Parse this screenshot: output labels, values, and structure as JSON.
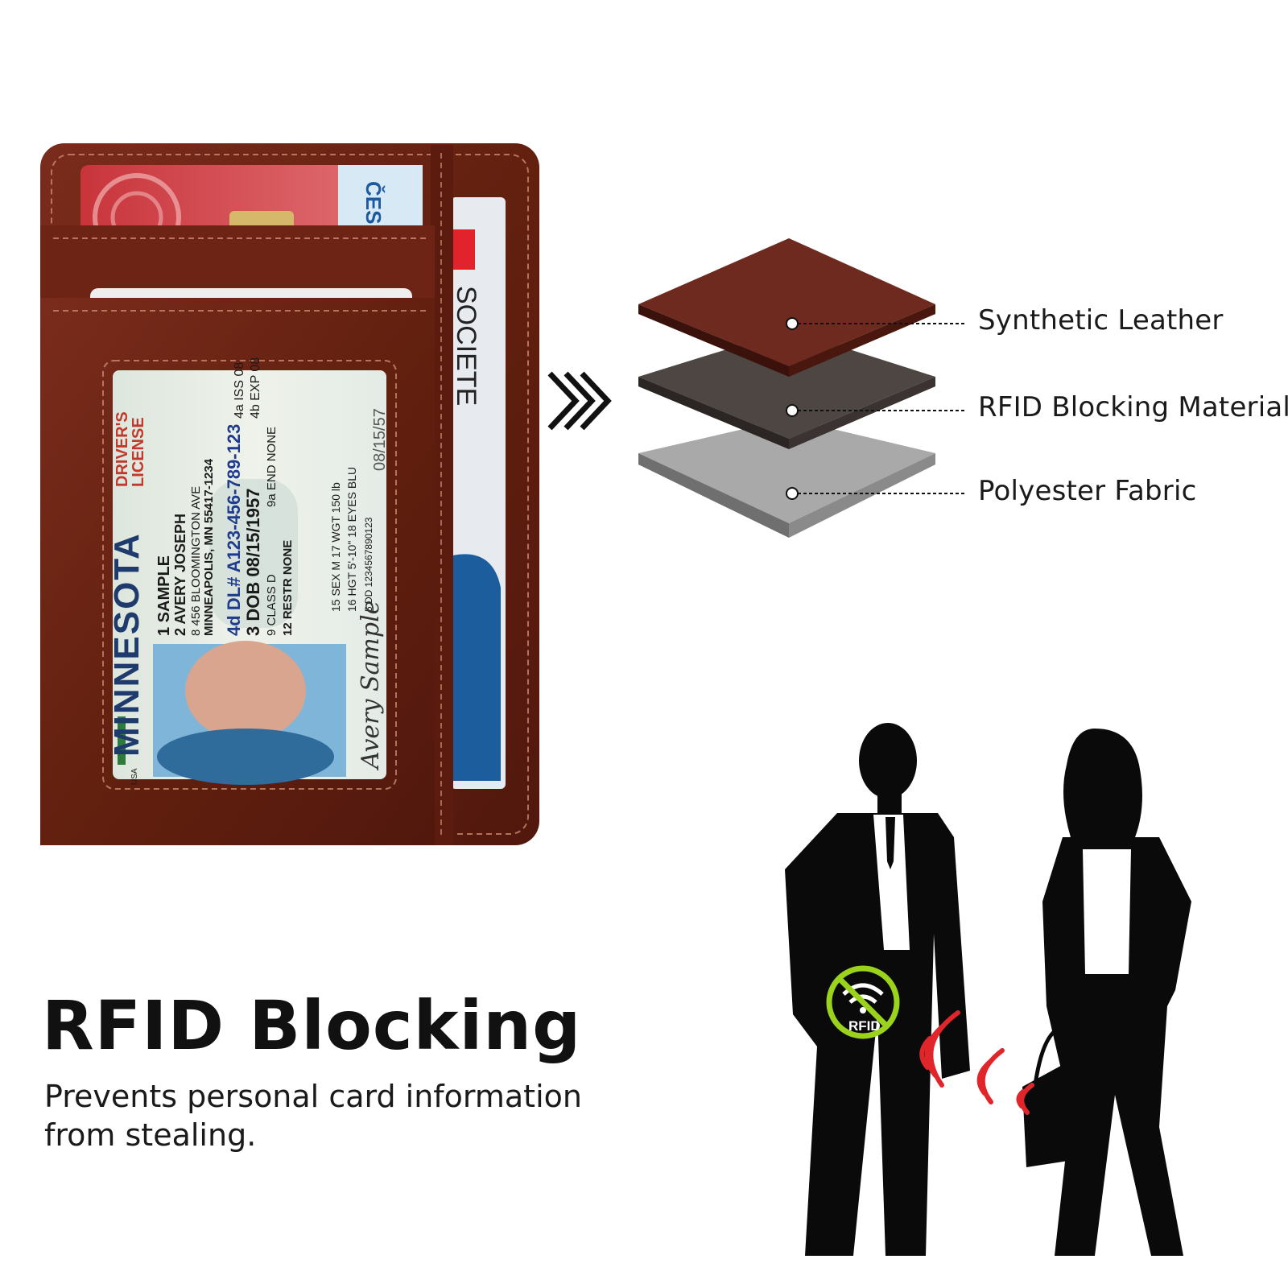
{
  "colors": {
    "leather": "#6a2418",
    "leather_dark": "#4a160e",
    "stitch": "#c98a6e",
    "rfid_layer": "#4d4643",
    "fabric_layer": "#a8a8a8",
    "text": "#111111",
    "signal_red": "#e0262b",
    "badge_green": "#9bd31c"
  },
  "license": {
    "state": "MINNESOTA",
    "type_line1": "DRIVER'S",
    "type_line2": "LICENSE",
    "country": "USA",
    "line1": "1 SAMPLE",
    "line2": "2 AVERY JOSEPH",
    "line3": "8 456 BLOOMINGTON AVE",
    "line4": "MINNEAPOLIS, MN 55417-1234",
    "dl_number": "4d DL# A123-456-789-123",
    "dob": "3 DOB 08/15/1957",
    "class": "9 CLASS D",
    "end": "9a END NONE",
    "restr": "12 RESTR NONE",
    "sex_wgt": "15 SEX M   17 WGT 150 lb",
    "hgt_eyes": "16 HGT 5'-10\"   18 EYES BLU",
    "dd": "5 DD 1234567890123",
    "iss": "4a ISS 08",
    "exp": "4b EXP 08",
    "signature": "Avery Sample",
    "side_date": "08/15/57"
  },
  "card_top_text": "ČES SPO",
  "card_right_text": "SOCIETE",
  "layers": {
    "leather": "Synthetic Leather",
    "rfid": "RFID Blocking Material",
    "fabric": "Polyester Fabric"
  },
  "badge_text": "RFID",
  "headline": "RFID Blocking",
  "subtext": "Prevents personal card information from stealing."
}
